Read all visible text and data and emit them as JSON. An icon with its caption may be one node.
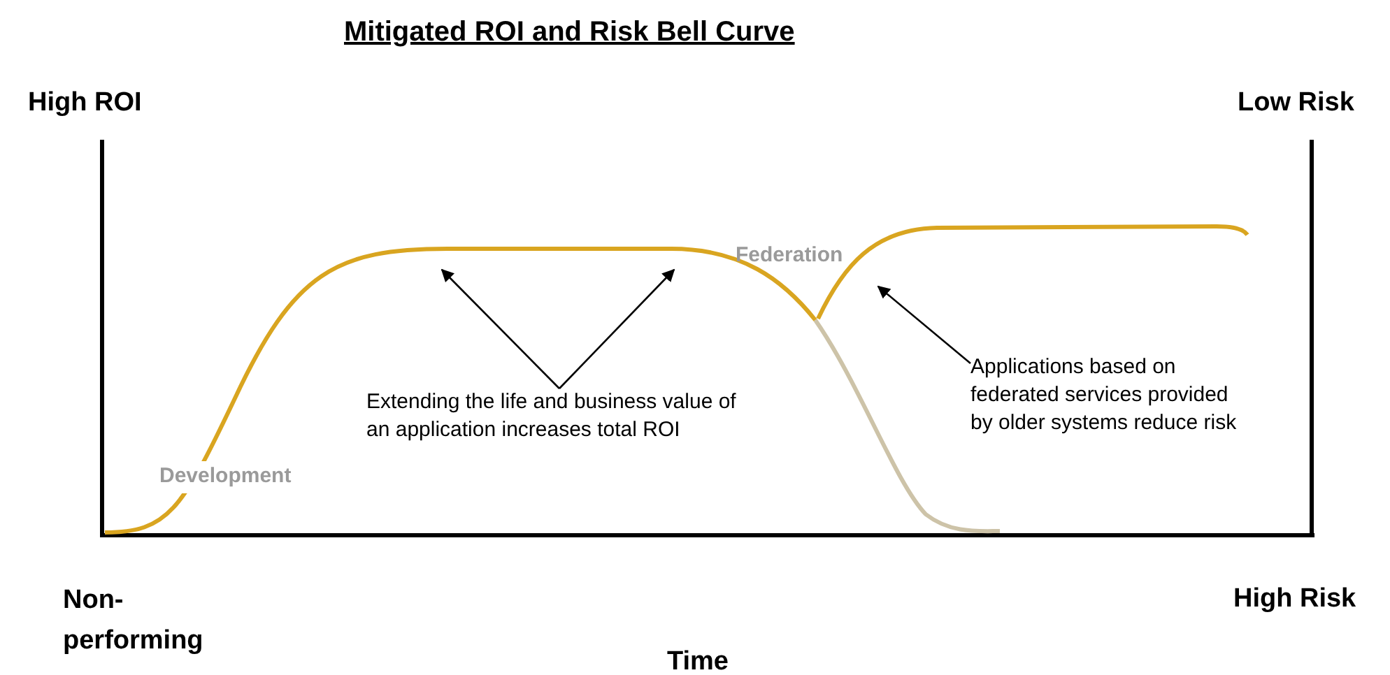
{
  "diagram": {
    "title": "Mitigated ROI and Risk Bell Curve",
    "nodes": [
      {
        "text": [
          "Extending the life and business value of an application increases total ROI"
        ]
      },
      {
        "text": [
          "Applications based on federated services provided by older systems reduce risk"
        ]
      }
    ],
    "edges": [
      {
        "from": 0,
        "to": null,
        "arrow": "to"
      },
      {
        "from": 0,
        "to": null,
        "arrow": "to"
      },
      {
        "from": 1,
        "to": null,
        "arrow": "to"
      }
    ],
    "labels": [
      "High ROI",
      "Low Risk",
      "Federation",
      "Development",
      "Non-performing",
      "High Risk",
      "Time"
    ]
  }
}
